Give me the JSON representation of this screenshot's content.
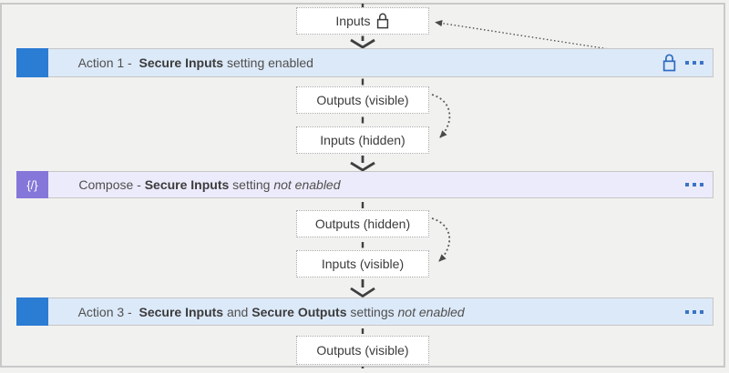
{
  "colors": {
    "canvas_background": "#f1f1f0",
    "frame_border": "#c9c9c9",
    "action_bar_background": "#dce9f8",
    "action_icon_blue": "#2b7cd3",
    "compose_bar_background": "#ecebfb",
    "compose_icon_purple": "#8577d9",
    "ellipsis_blue": "#3b74c5",
    "bar_lock_blue": "#2e6bc0",
    "connector_dark": "#3f3f3f"
  },
  "nodes": {
    "inputs_top": "Inputs",
    "outputs_visible_1": "Outputs (visible)",
    "inputs_hidden": "Inputs (hidden)",
    "outputs_hidden": "Outputs (hidden)",
    "inputs_visible": "Inputs (visible)",
    "outputs_visible_2": "Outputs (visible)"
  },
  "bars": {
    "action1": {
      "prefix": "Action 1 -  ",
      "bold1": "Secure Inputs",
      "suffix": " setting enabled"
    },
    "compose": {
      "prefix": "Compose - ",
      "bold1": "Secure Inputs",
      "mid1": " setting ",
      "italic1": "not enabled"
    },
    "action3": {
      "prefix": "Action 3 -  ",
      "bold1": "Secure Inputs",
      "mid1": " and ",
      "bold2": "Secure Outputs",
      "mid2": " settings ",
      "italic1": "not enabled"
    }
  },
  "icons": {
    "compose_glyph": "{/}",
    "inputs_lock": "padlock",
    "action1_lock": "padlock",
    "more_menu": "ellipsis"
  }
}
